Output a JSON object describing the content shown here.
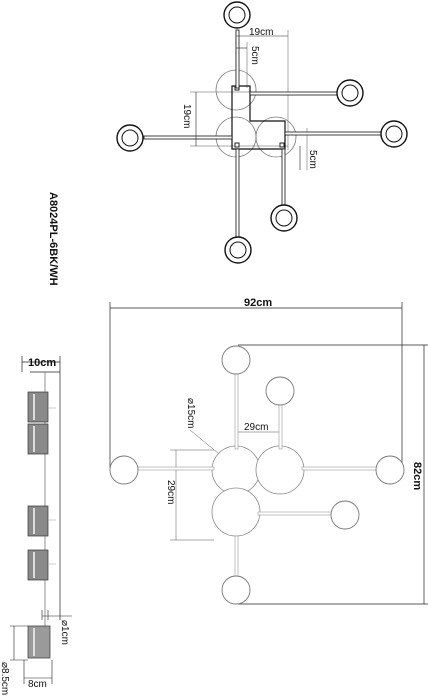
{
  "model": "A8024PL-6BK/WH",
  "top_view": {
    "dim_top_width": "19cm",
    "dim_arm_width": "5cm",
    "dim_left_height": "19cm",
    "dim_right_small": "5cm"
  },
  "front_view": {
    "dim_total_width": "92cm",
    "dim_total_height": "82cm",
    "dim_diameter": "⌀15cm",
    "dim_inner_width": "29cm",
    "dim_inner_height": "29cm"
  },
  "side_view": {
    "dim_depth": "10cm",
    "dim_rod": "⌀1cm",
    "dim_base_width": "8cm",
    "dim_base_diameter": "⌀8.5cm"
  }
}
